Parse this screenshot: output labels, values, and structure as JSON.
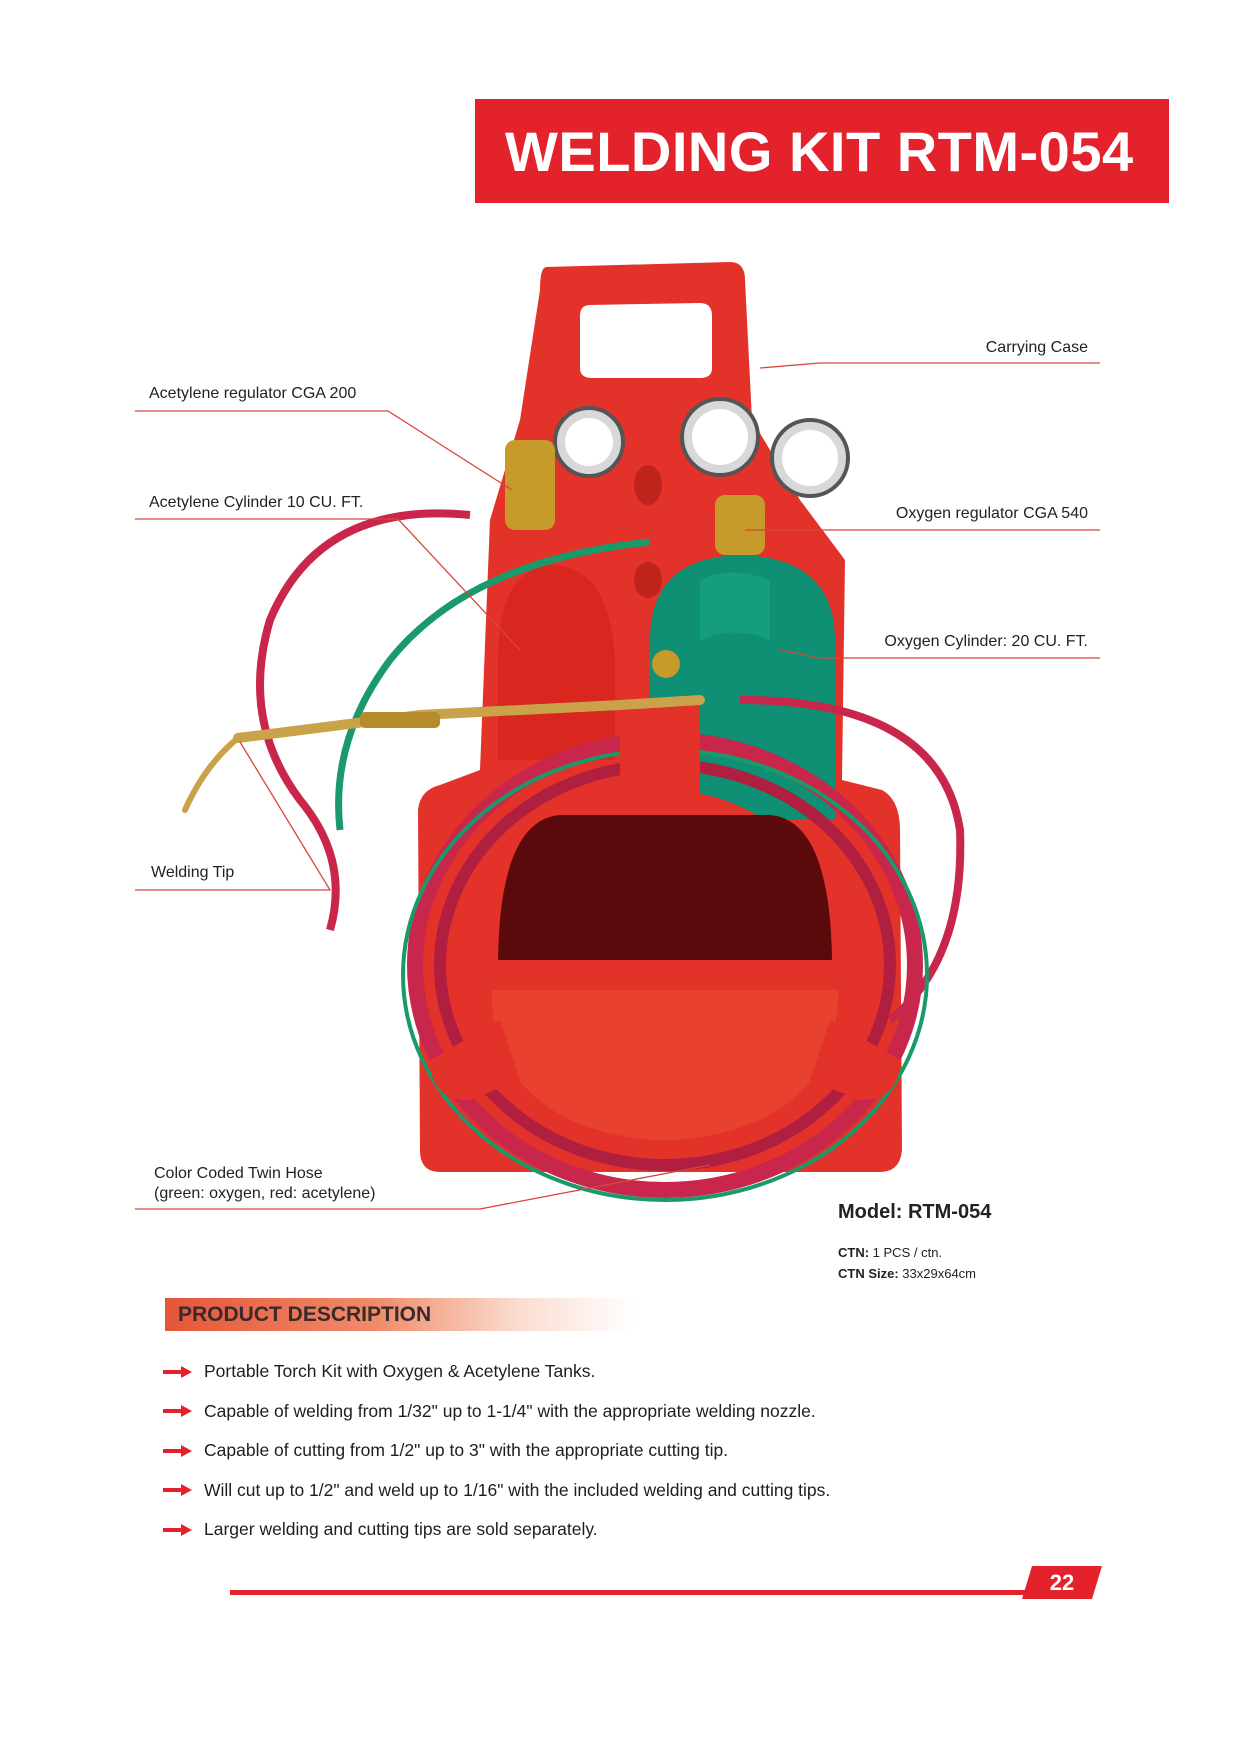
{
  "header": {
    "title": "WELDING KIT RTM-054"
  },
  "callouts": {
    "carrying_case": "Carrying Case",
    "acetylene_regulator": "Acetylene regulator CGA 200",
    "acetylene_cylinder": "Acetylene Cylinder 10 CU. FT.",
    "oxygen_regulator": "Oxygen regulator CGA 540",
    "oxygen_cylinder": "Oxygen Cylinder: 20 CU. FT.",
    "welding_tip": "Welding Tip",
    "twin_hose_line1": "Color Coded Twin Hose",
    "twin_hose_line2": "(green: oxygen, red: acetylene)"
  },
  "model": {
    "title": "Model: RTM-054",
    "ctn_label": "CTN:",
    "ctn_value": "1 PCS / ctn.",
    "ctn_size_label": "CTN Size:",
    "ctn_size_value": "33x29x64cm"
  },
  "description": {
    "header": "PRODUCT DESCRIPTION",
    "items": [
      "Portable Torch Kit with Oxygen & Acetylene Tanks.",
      "Capable of welding from 1/32\" up to 1-1/4\" with the appropriate welding nozzle.",
      "Capable of cutting from 1/2\" up to 3\" with the appropriate cutting tip.",
      "Will cut up to 1/2\" and weld up to 1/16\" with the included welding and cutting tips.",
      "Larger welding and cutting tips are sold separately."
    ]
  },
  "footer": {
    "page_number": "22"
  },
  "colors": {
    "brand_red": "#e4222b",
    "case_red": "#e3322a",
    "oxygen_green": "#0f8f73"
  }
}
